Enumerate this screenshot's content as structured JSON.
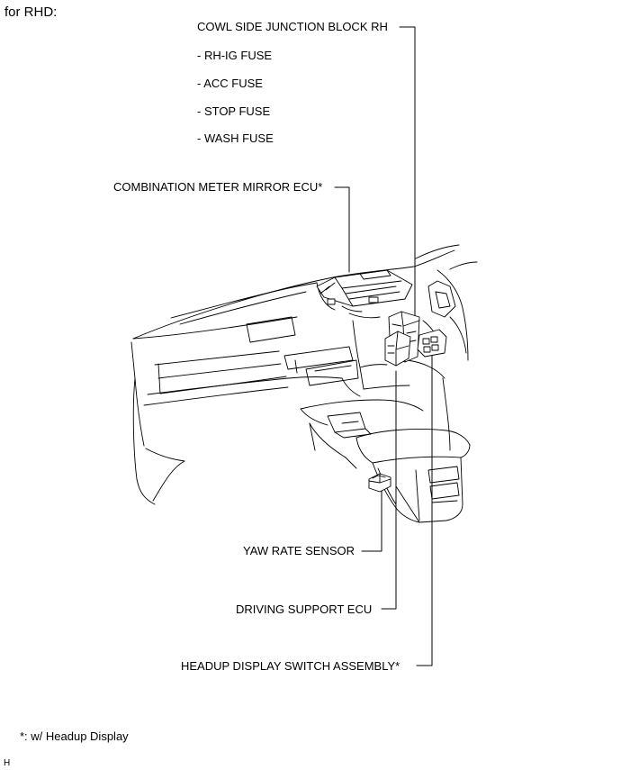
{
  "header": {
    "title": "for RHD:"
  },
  "labels": {
    "cowl_block": "COWL SIDE JUNCTION BLOCK RH",
    "fuses": [
      "- RH-IG FUSE",
      "- ACC FUSE",
      "- STOP FUSE",
      "- WASH FUSE"
    ],
    "combination_meter": "COMBINATION METER MIRROR ECU*",
    "yaw_rate_sensor": "YAW RATE SENSOR",
    "driving_support_ecu": "DRIVING SUPPORT ECU",
    "headup_switch": "HEADUP DISPLAY SWITCH ASSEMBLY*"
  },
  "footnote": "*: w/ Headup Display",
  "code": "H"
}
